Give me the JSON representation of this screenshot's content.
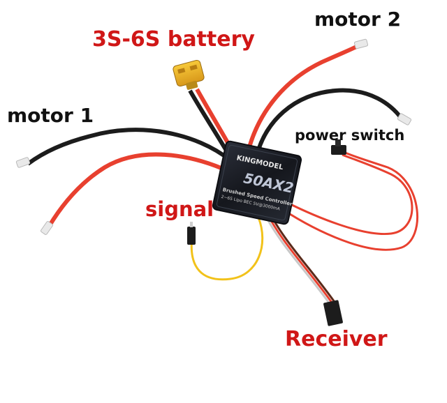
{
  "labels": {
    "battery": "3S-6S battery",
    "motor1": "motor 1",
    "motor2": "motor 2",
    "power_switch": "power switch",
    "signal": "signal",
    "receiver": "Receiver"
  },
  "esc": {
    "brand": "KINGMODEL",
    "model": "50AX2",
    "line1": "Brushed Speed Controller",
    "line2": "2~6S Lipo  BEC 5V@3000mA"
  },
  "colors": {
    "callout_red": "#d01717",
    "callout_black": "#111111",
    "wire_red": "#e8402f",
    "wire_black": "#1c1c1c",
    "wire_yellow": "#f2c21a",
    "xt_connector": "#f1b51c"
  }
}
